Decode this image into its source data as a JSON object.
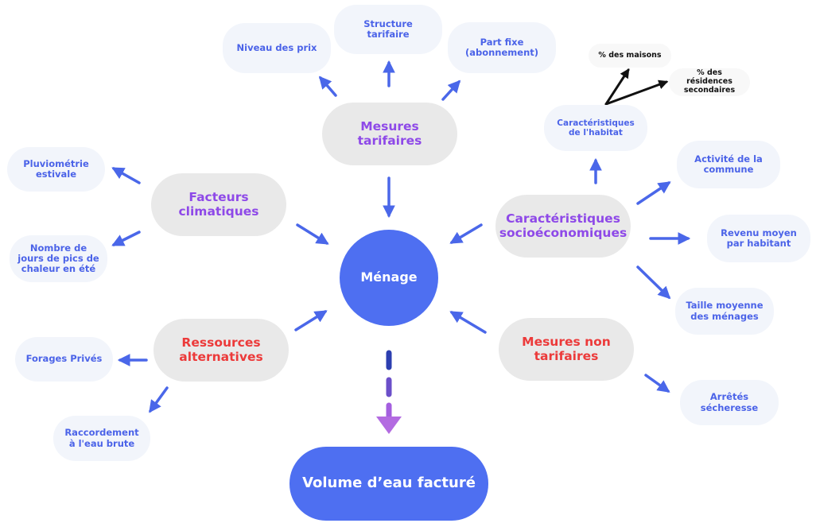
{
  "colors": {
    "blue": "#4e6ff1",
    "arrow": "#4a67e9",
    "leaf_text": "#4b63e8",
    "purple": "#8e49e8",
    "red": "#ec3a3a",
    "category_bg": "#e9e9e9",
    "leaf_bg": "#f2f5fb",
    "black": "#111111"
  },
  "center": "Ménage",
  "result": "Volume d’eau facturé",
  "categories": {
    "mesures_tarifaires": "Mesures tarifaires",
    "facteurs_climatiques": "Facteurs climatiques",
    "ressources_alternatives": "Ressources alternatives",
    "caracteristiques_socio": "Caractéristiques socioéconomiques",
    "mesures_non_tarifaires": "Mesures non tarifaires"
  },
  "leaves": {
    "niveau_prix": "Niveau des prix",
    "structure_tarifaire": "Structure tarifaire",
    "part_fixe": "Part fixe (abonnement)",
    "pluviometrie": "Pluviométrie estivale",
    "jours_chaleur": "Nombre de jours de pics de chaleur en été",
    "forages": "Forages Privés",
    "raccordement": "Raccordement à l'eau brute",
    "habitat": "Caractéristiques de l'habitat",
    "maisons": "% des maisons",
    "residences": "% des résidences secondaires",
    "activite": "Activité de la commune",
    "revenu": "Revenu moyen par habitant",
    "taille": "Taille moyenne des ménages",
    "arretes": "Arrêtés sécheresse"
  }
}
